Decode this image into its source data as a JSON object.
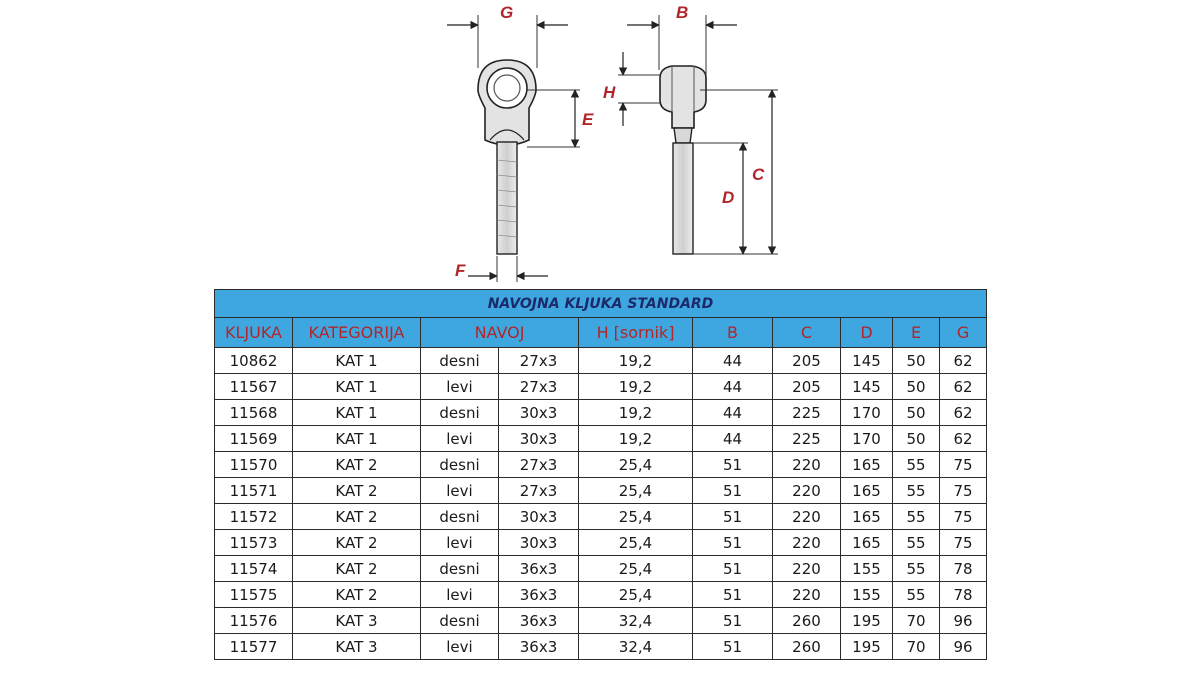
{
  "diagram": {
    "labels": {
      "g": "G",
      "b": "B",
      "h": "H",
      "e": "E",
      "c": "C",
      "d": "D",
      "f": "F"
    }
  },
  "table": {
    "title": "NAVOJNA KLJUKA STANDARD",
    "headers": [
      "KLJUKA",
      "KATEGORIJA",
      "NAVOJ",
      "H [sornik]",
      "B",
      "C",
      "D",
      "E",
      "G"
    ],
    "rows": [
      [
        "10862",
        "KAT 1",
        "desni",
        "27x3",
        "19,2",
        "44",
        "205",
        "145",
        "50",
        "62"
      ],
      [
        "11567",
        "KAT 1",
        "levi",
        "27x3",
        "19,2",
        "44",
        "205",
        "145",
        "50",
        "62"
      ],
      [
        "11568",
        "KAT 1",
        "desni",
        "30x3",
        "19,2",
        "44",
        "225",
        "170",
        "50",
        "62"
      ],
      [
        "11569",
        "KAT 1",
        "levi",
        "30x3",
        "19,2",
        "44",
        "225",
        "170",
        "50",
        "62"
      ],
      [
        "11570",
        "KAT 2",
        "desni",
        "27x3",
        "25,4",
        "51",
        "220",
        "165",
        "55",
        "75"
      ],
      [
        "11571",
        "KAT 2",
        "levi",
        "27x3",
        "25,4",
        "51",
        "220",
        "165",
        "55",
        "75"
      ],
      [
        "11572",
        "KAT 2",
        "desni",
        "30x3",
        "25,4",
        "51",
        "220",
        "165",
        "55",
        "75"
      ],
      [
        "11573",
        "KAT 2",
        "levi",
        "30x3",
        "25,4",
        "51",
        "220",
        "165",
        "55",
        "75"
      ],
      [
        "11574",
        "KAT 2",
        "desni",
        "36x3",
        "25,4",
        "51",
        "220",
        "155",
        "55",
        "78"
      ],
      [
        "11575",
        "KAT 2",
        "levi",
        "36x3",
        "25,4",
        "51",
        "220",
        "155",
        "55",
        "78"
      ],
      [
        "11576",
        "KAT 3",
        "desni",
        "36x3",
        "32,4",
        "51",
        "260",
        "195",
        "70",
        "96"
      ],
      [
        "11577",
        "KAT 3",
        "levi",
        "36x3",
        "32,4",
        "51",
        "260",
        "195",
        "70",
        "96"
      ]
    ]
  }
}
